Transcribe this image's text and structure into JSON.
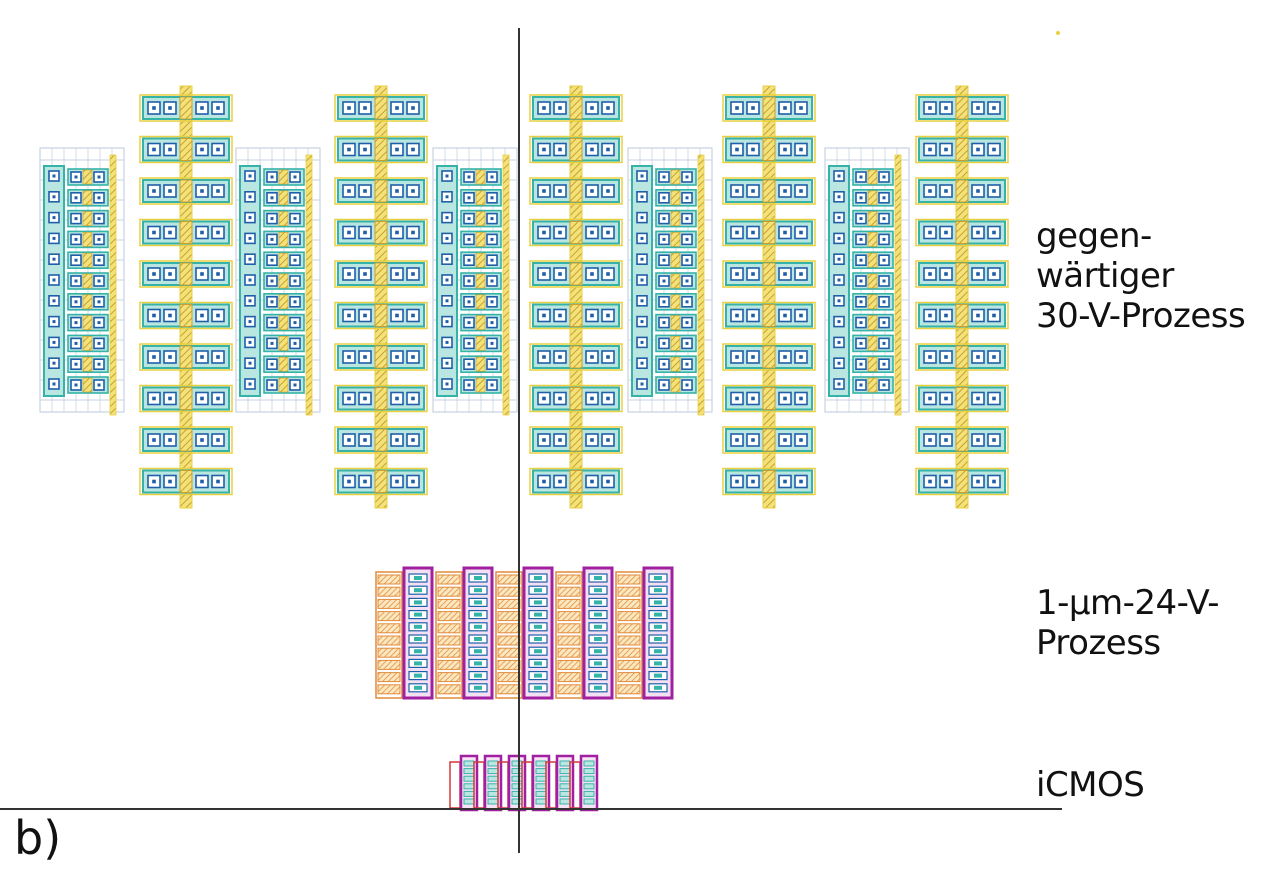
{
  "panel_label": "b)",
  "processes": [
    {
      "id": "30v",
      "lines": [
        "gegen-",
        "wärtiger",
        "30-V-Prozess"
      ]
    },
    {
      "id": "1um",
      "lines": [
        "1-µm-24-V-",
        "Prozess"
      ]
    },
    {
      "id": "icmos",
      "lines": [
        "iCMOS"
      ]
    }
  ],
  "colors": {
    "axis": "#333333",
    "diffusion_teal": "#35b3a8",
    "diffusion_fill": "#b9e6e0",
    "contact_blue": "#1f5fa8",
    "poly_yellow": "#e8d040",
    "poly_stripe": "#c9a030",
    "metal_grey": "#c9d3e3",
    "magenta": "#a020a0",
    "orange": "#e08a3a",
    "red": "#d43a3a"
  }
}
